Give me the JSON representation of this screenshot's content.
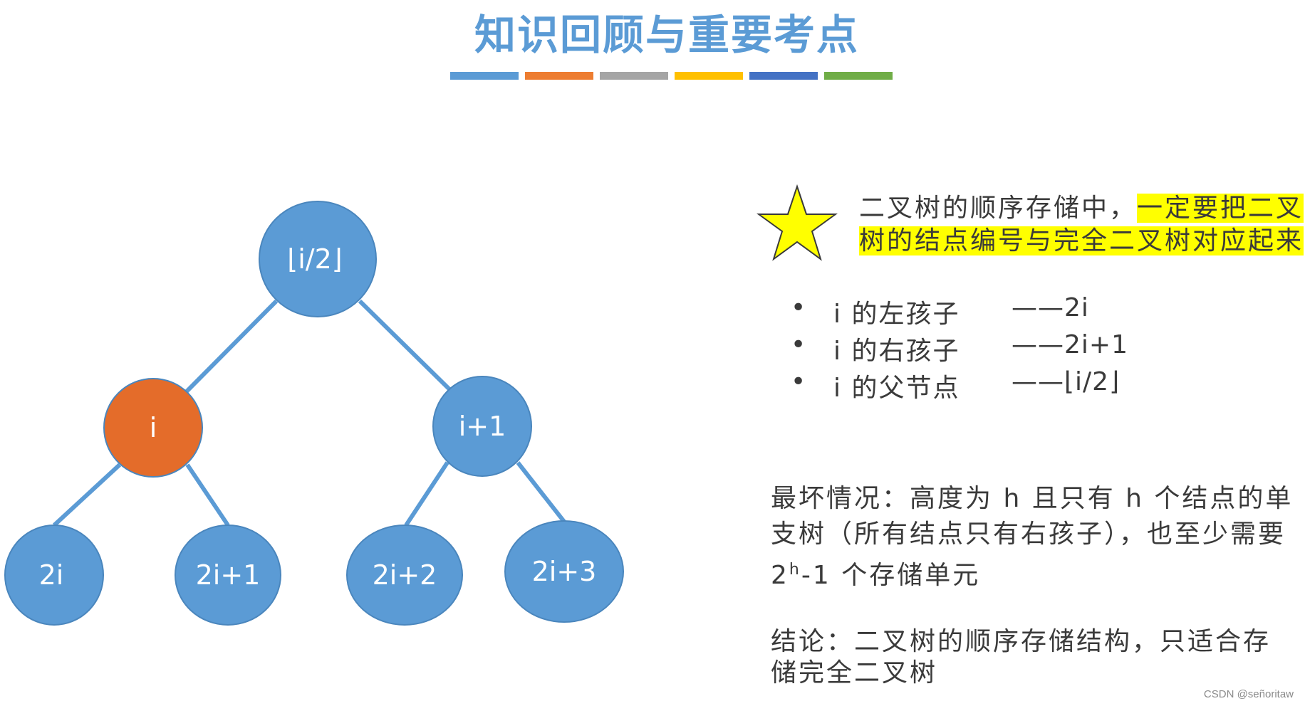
{
  "title": "知识回顾与重要考点",
  "divider_colors": [
    "#5b9bd5",
    "#ed7d31",
    "#a5a5a5",
    "#ffc000",
    "#4472c4",
    "#70ad47"
  ],
  "tree": {
    "node_color": "#5b9bd5",
    "highlight_color": "#e46c2a",
    "edge_color": "#5b9bd5",
    "nodes": {
      "parent": "⌊i/2⌋",
      "i": "i",
      "i_plus_1": "i+1",
      "left_of_i": "2i",
      "right_of_i": "2i+1",
      "left_of_i_plus_1": "2i+2",
      "right_of_i_plus_1": "2i+3"
    }
  },
  "highlight_color": "#ffff00",
  "star_color": "#ffff00",
  "headline": {
    "prefix": "二叉树的顺序存储中，",
    "highlight": "一定要把二叉树的结点编号与完全二叉树对应起来"
  },
  "bullet_marker": "•",
  "relations": [
    {
      "label": "i 的左孩子",
      "value": "——2i"
    },
    {
      "label": "i 的右孩子",
      "value": "——2i+1"
    },
    {
      "label": "i 的父节点",
      "value": "——⌊i/2⌋"
    }
  ],
  "worst_case": {
    "text": "最坏情况：高度为 h 且只有 h 个结点的单支树（所有结点只有右孩子），也至少需要 2",
    "exponent": "h",
    "tail": "-1 个存储单元"
  },
  "conclusion": "结论：二叉树的顺序存储结构，只适合存储完全二叉树",
  "watermark": "CSDN @señoritaw"
}
